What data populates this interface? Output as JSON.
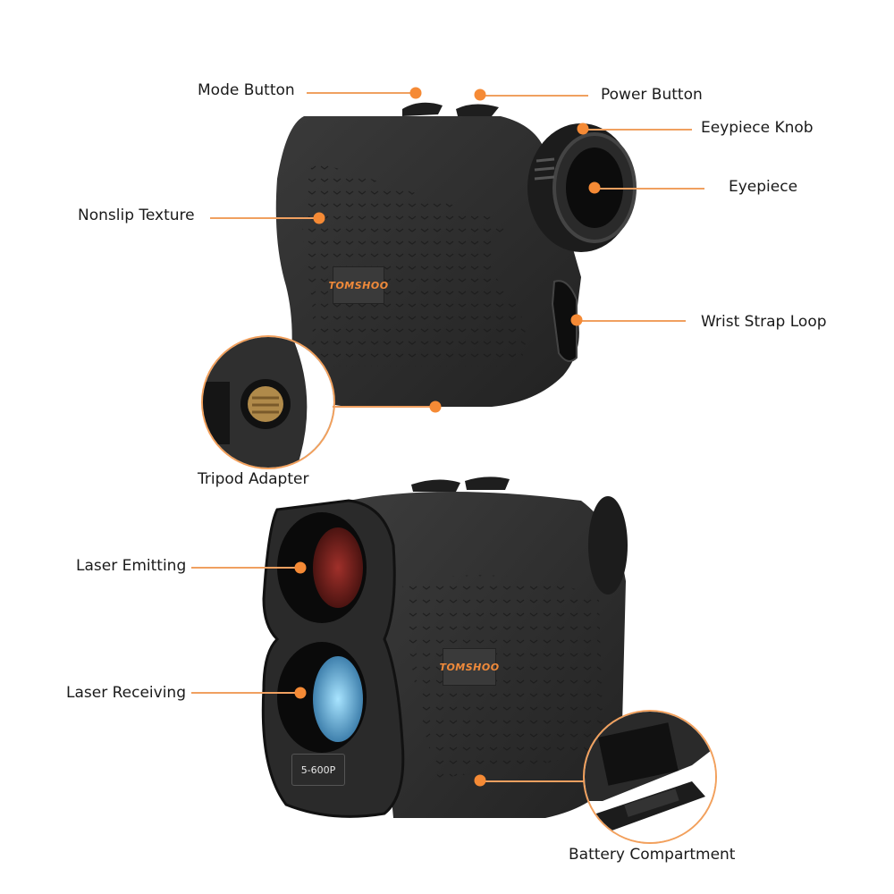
{
  "colors": {
    "accent": "#f58a35",
    "line": "#f0a060",
    "device_body": "#2e2e2e",
    "brand_text": "#f08a3a"
  },
  "top_device": {
    "brand": "TOMSHOO",
    "labels": {
      "mode_button": "Mode Button",
      "power_button": "Power Button",
      "eyepiece_knob": "Eeypiece Knob",
      "eyepiece": "Eyepiece",
      "nonslip_texture": "Nonslip Texture",
      "wrist_strap_loop": "Wrist Strap Loop",
      "tripod_adapter": "Tripod Adapter"
    }
  },
  "bottom_device": {
    "brand": "TOMSHOO",
    "model": "5-600P",
    "labels": {
      "laser_emitting": "Laser Emitting",
      "laser_receiving": "Laser Receiving",
      "battery_compartment": "Battery Compartment"
    }
  }
}
